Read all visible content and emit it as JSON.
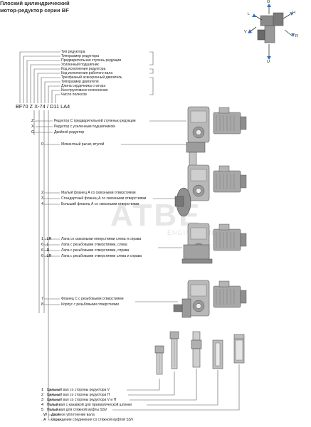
{
  "title": {
    "line1": "Плоский цилиндрический",
    "line2": "мотор-редуктор серии BF"
  },
  "orientation_labels": {
    "o": "O",
    "l": "L",
    "v": "V",
    "h": "H",
    "r": "R",
    "u": "U"
  },
  "type_code": "BF70 Z X-74 / D11 LA4",
  "code_fields": [
    "Тип редуктора",
    "Типоразмер редуктора",
    "Предварительная ступень редукции",
    "Усиленный подшипник",
    "Код исполнения редуктора",
    "Код исполнения рабочего вала",
    "Трехфазный асинхронный двигатель",
    "Типоразмер двигателя",
    "Длина сердечника статора",
    "Конструктивное исполнение",
    "Число полюсов"
  ],
  "group1": [
    {
      "code": "Z",
      "text": "Редуктор С предварительной ступенью редукции"
    },
    {
      "code": "X",
      "text": "Редуктор с усиленным подшипником"
    },
    {
      "code": "G",
      "text": "Двойной редуктор"
    }
  ],
  "housing_options": [
    {
      "code": "0",
      "text": "Моментный рычаг, втулой"
    },
    {
      "code": "2",
      "text": "Малый фланец А со сквозными отверстиями"
    },
    {
      "code": "3",
      "text": "Стандартный фланец А со сквозными отверстиями"
    },
    {
      "code": "4",
      "text": "Больший фланец А со сквозными отверстиями"
    },
    {
      "code": "1 . LR",
      "text": "Лапа со сквозными отверстиями слева и справа"
    },
    {
      "code": "6 . L",
      "text": "Лапа с резьбовыми отверстиями, слева"
    },
    {
      "code": "6 . R",
      "text": "Лапа с резьбовыми отверстиями, справа"
    },
    {
      "code": "6 . LR",
      "text": "Лапа с резьбовыми отверстиями слева и справа"
    },
    {
      "code": "7",
      "text": "Фланец С с резьбовыми отверстиями"
    },
    {
      "code": "8",
      "text": "Корпус с резьбовыми отверстиями"
    }
  ],
  "shaft_options": [
    {
      "code": "1",
      "text": "Цельный вал со стороны редуктора V"
    },
    {
      "code": "2",
      "text": "Цельный вал со стороны редуктора H"
    },
    {
      "code": "3",
      "text": "Цельный вал со стороны редуктора V и H"
    },
    {
      "code": "4",
      "text": "Полый вал с канавкой для призматической шпонки"
    },
    {
      "code": "5",
      "text": "Полый вал для стяжной муфты SSV"
    },
    {
      "code": "W",
      "text": "Двойное уплотнение вала"
    },
    {
      "code": "A",
      "text": "Ограждение соединения со стяжной муфтой SSV"
    }
  ],
  "watermark": {
    "main": "ATBE",
    "sub": "ENGINEERING"
  },
  "colors": {
    "line": "#555555",
    "drawing": "#9a9a9a",
    "drawing_dark": "#6a6a6a"
  }
}
